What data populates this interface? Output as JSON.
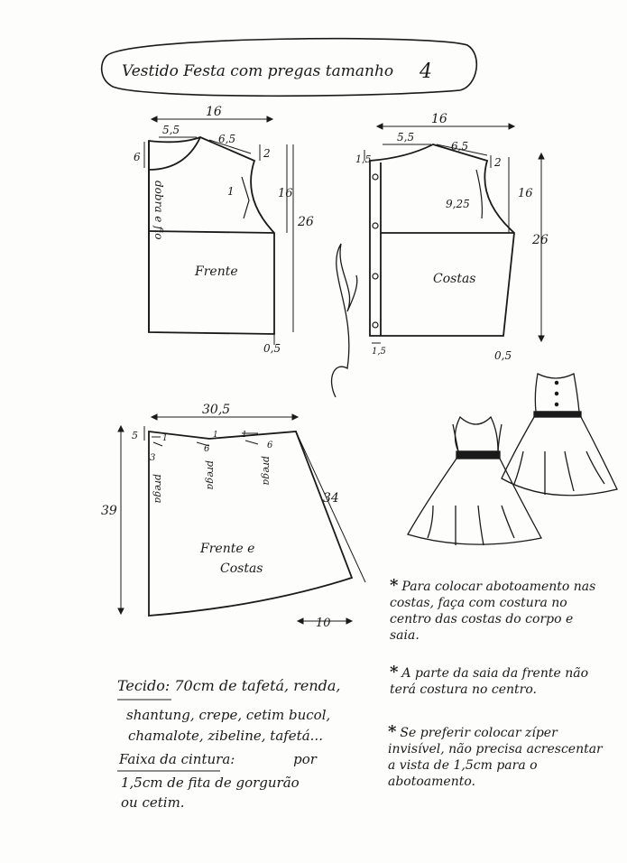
{
  "title": "Vestido Festa com pregas tamanho",
  "size": "4",
  "front": {
    "width": "16",
    "neck": "5,5",
    "shoulder": "6,5",
    "neck_depth": "6",
    "shoulder_drop": "2",
    "dart": "1",
    "armhole": "16",
    "length": "26",
    "hem": "0,5",
    "label": "Frente",
    "fold": "dobra e fio"
  },
  "back": {
    "width": "16",
    "neck": "5,5",
    "shoulder": "6,5",
    "neck_depth": "1,5",
    "shoulder_drop": "2",
    "dart": "9,25",
    "armhole": "16",
    "length": "26",
    "hem": "0,5",
    "placket": "1,5",
    "label": "Costas"
  },
  "skirt": {
    "width": "30,5",
    "waist_drop": "5",
    "pleat_a": "1",
    "pleat_b": "3",
    "pleat_c": "6",
    "pleat_label": "prega",
    "length": "39",
    "side": "34",
    "flare": "10",
    "label_line1": "Frente e",
    "label_line2": "Costas"
  },
  "notes": {
    "star": "*",
    "fabric_heading": "Tecido:",
    "fabric_line1": "70cm de tafetá, renda,",
    "fabric_line2": "shantung, crepe, cetim bucol,",
    "fabric_line3": "chamalote, zibeline, tafetá...",
    "sash_heading": "Faixa da cintura:",
    "sash_line1": "por",
    "sash_line2": "1,5cm de fita de gorgurão",
    "sash_line3": "ou cetim.",
    "buttons": "Para colocar abotoamento nas costas, faça com costura no centro das costas do corpo e saia.",
    "skirt_front": "A parte da saia da frente não terá costura no centro.",
    "zipper": "Se preferir colocar zíper invisível, não precisa acrescentar a vista de 1,5cm para o abotoamento."
  }
}
